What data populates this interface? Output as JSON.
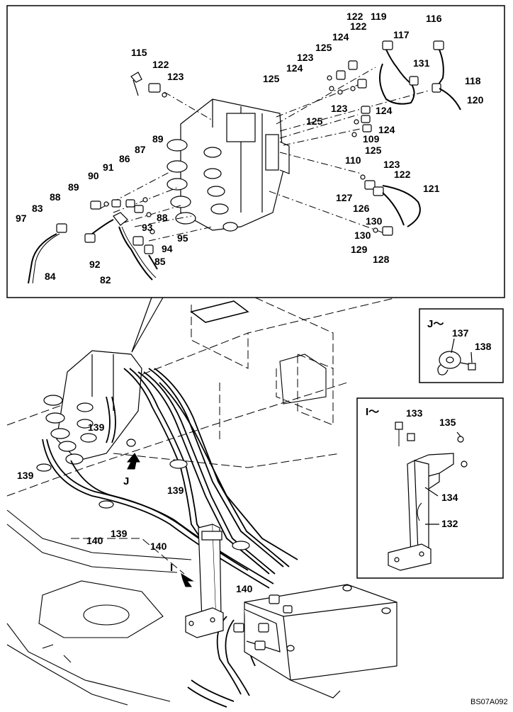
{
  "figure_code": "BS07A092",
  "view_j_title": "J～",
  "view_i_title": "I～",
  "arrow_j_letter": "J",
  "arrow_i_letter": "I",
  "callouts_top": [
    "115",
    "122",
    "123",
    "122",
    "119",
    "116",
    "124",
    "122",
    "125",
    "117",
    "123",
    "124",
    "125",
    "131",
    "118",
    "120",
    "123",
    "125",
    "124",
    "124",
    "109",
    "125",
    "110",
    "89",
    "87",
    "86",
    "91",
    "90",
    "89",
    "88",
    "83",
    "97",
    "88",
    "93",
    "95",
    "92",
    "94",
    "82",
    "85",
    "84",
    "123",
    "122",
    "121",
    "127",
    "126",
    "130",
    "130",
    "129",
    "128"
  ],
  "callouts_bottom": [
    "139",
    "139",
    "139",
    "140",
    "139",
    "140",
    "140"
  ],
  "callouts_j": [
    "137",
    "138"
  ],
  "callouts_i": [
    "133",
    "135",
    "134",
    "132"
  ]
}
